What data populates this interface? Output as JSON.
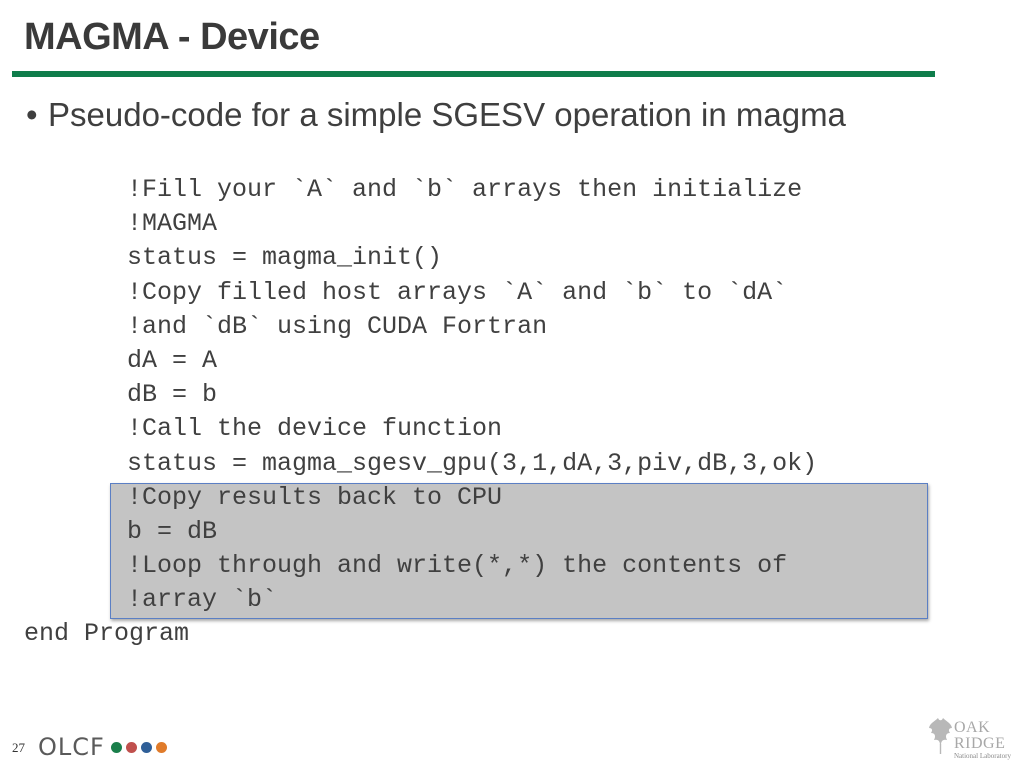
{
  "slide": {
    "title": "MAGMA - Device",
    "bullet": "Pseudo-code for a simple SGESV operation in magma",
    "page_number": "27"
  },
  "code": {
    "lines": [
      "!Fill your `A` and `b` arrays then initialize",
      "!MAGMA",
      "status = magma_init()",
      "!Copy filled host arrays `A` and `b` to `dA`",
      "!and `dB` using CUDA Fortran",
      "dA = A",
      "dB = b",
      "!Call the device function",
      "status = magma_sgesv_gpu(3,1,dA,3,piv,dB,3,ok)",
      "!Copy results back to CPU",
      "b = dB",
      "!Loop through and write(*,*) the contents of",
      "!array `b`",
      "end Program"
    ]
  },
  "footer": {
    "olcf_logo_text": "OLCF",
    "olcf_dot_colors": [
      "#1a7f4b",
      "#c0504d",
      "#2f5f98",
      "#e07b2a"
    ],
    "ornl_logo": {
      "line1": "OAK",
      "line2": "RIDGE",
      "line3": "National Laboratory"
    }
  },
  "colors": {
    "title_rule": "#0f7d4b",
    "highlight_fill": "#c4c4c4",
    "highlight_border": "#5b7fc4"
  }
}
